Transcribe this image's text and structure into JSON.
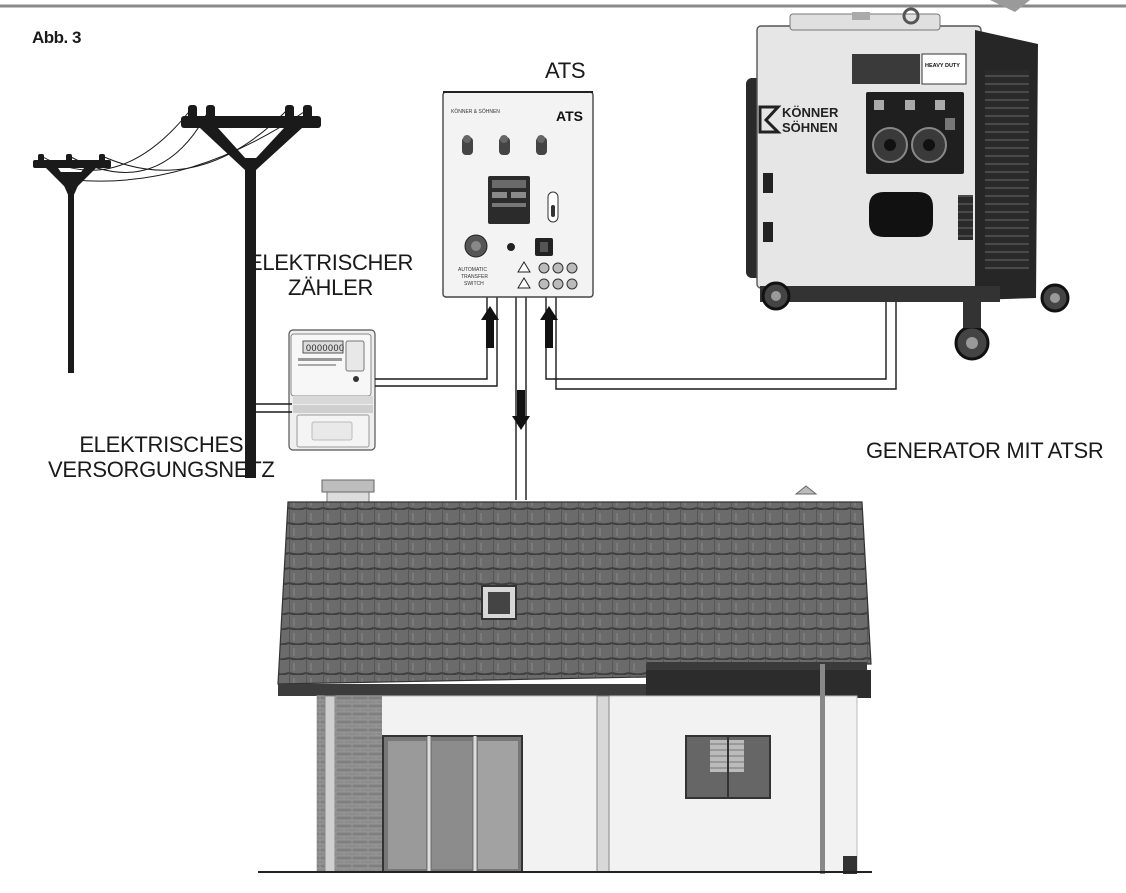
{
  "figure_label": "Abb. 3",
  "labels": {
    "ats": "ATS",
    "meter_line1": "ELEKTRISCHER",
    "meter_line2": "ZÄHLER",
    "grid_line1": "ELEKTRISCHES",
    "grid_line2": "VERSORGUNGSNETZ",
    "generator": "GENERATOR MIT ATSR"
  },
  "ats_panel": {
    "brand": "KÖNNER & SÖHNEN",
    "title": "ATS",
    "caption_line1": "AUTOMATIC",
    "caption_line2": "TRANSFER",
    "caption_line3": "SWITCH"
  },
  "generator_panel": {
    "brand_line1": "KÖNNER",
    "brand_line2": "SÖHNEN",
    "badge": "HEAVY DUTY"
  },
  "meter": {
    "display": "0000000"
  },
  "colors": {
    "line": "#1a1a1a",
    "roof": "#5a5a5a",
    "wall": "#f2f2f2",
    "generator_body": "#e6e6e6",
    "generator_frame": "#262626"
  }
}
